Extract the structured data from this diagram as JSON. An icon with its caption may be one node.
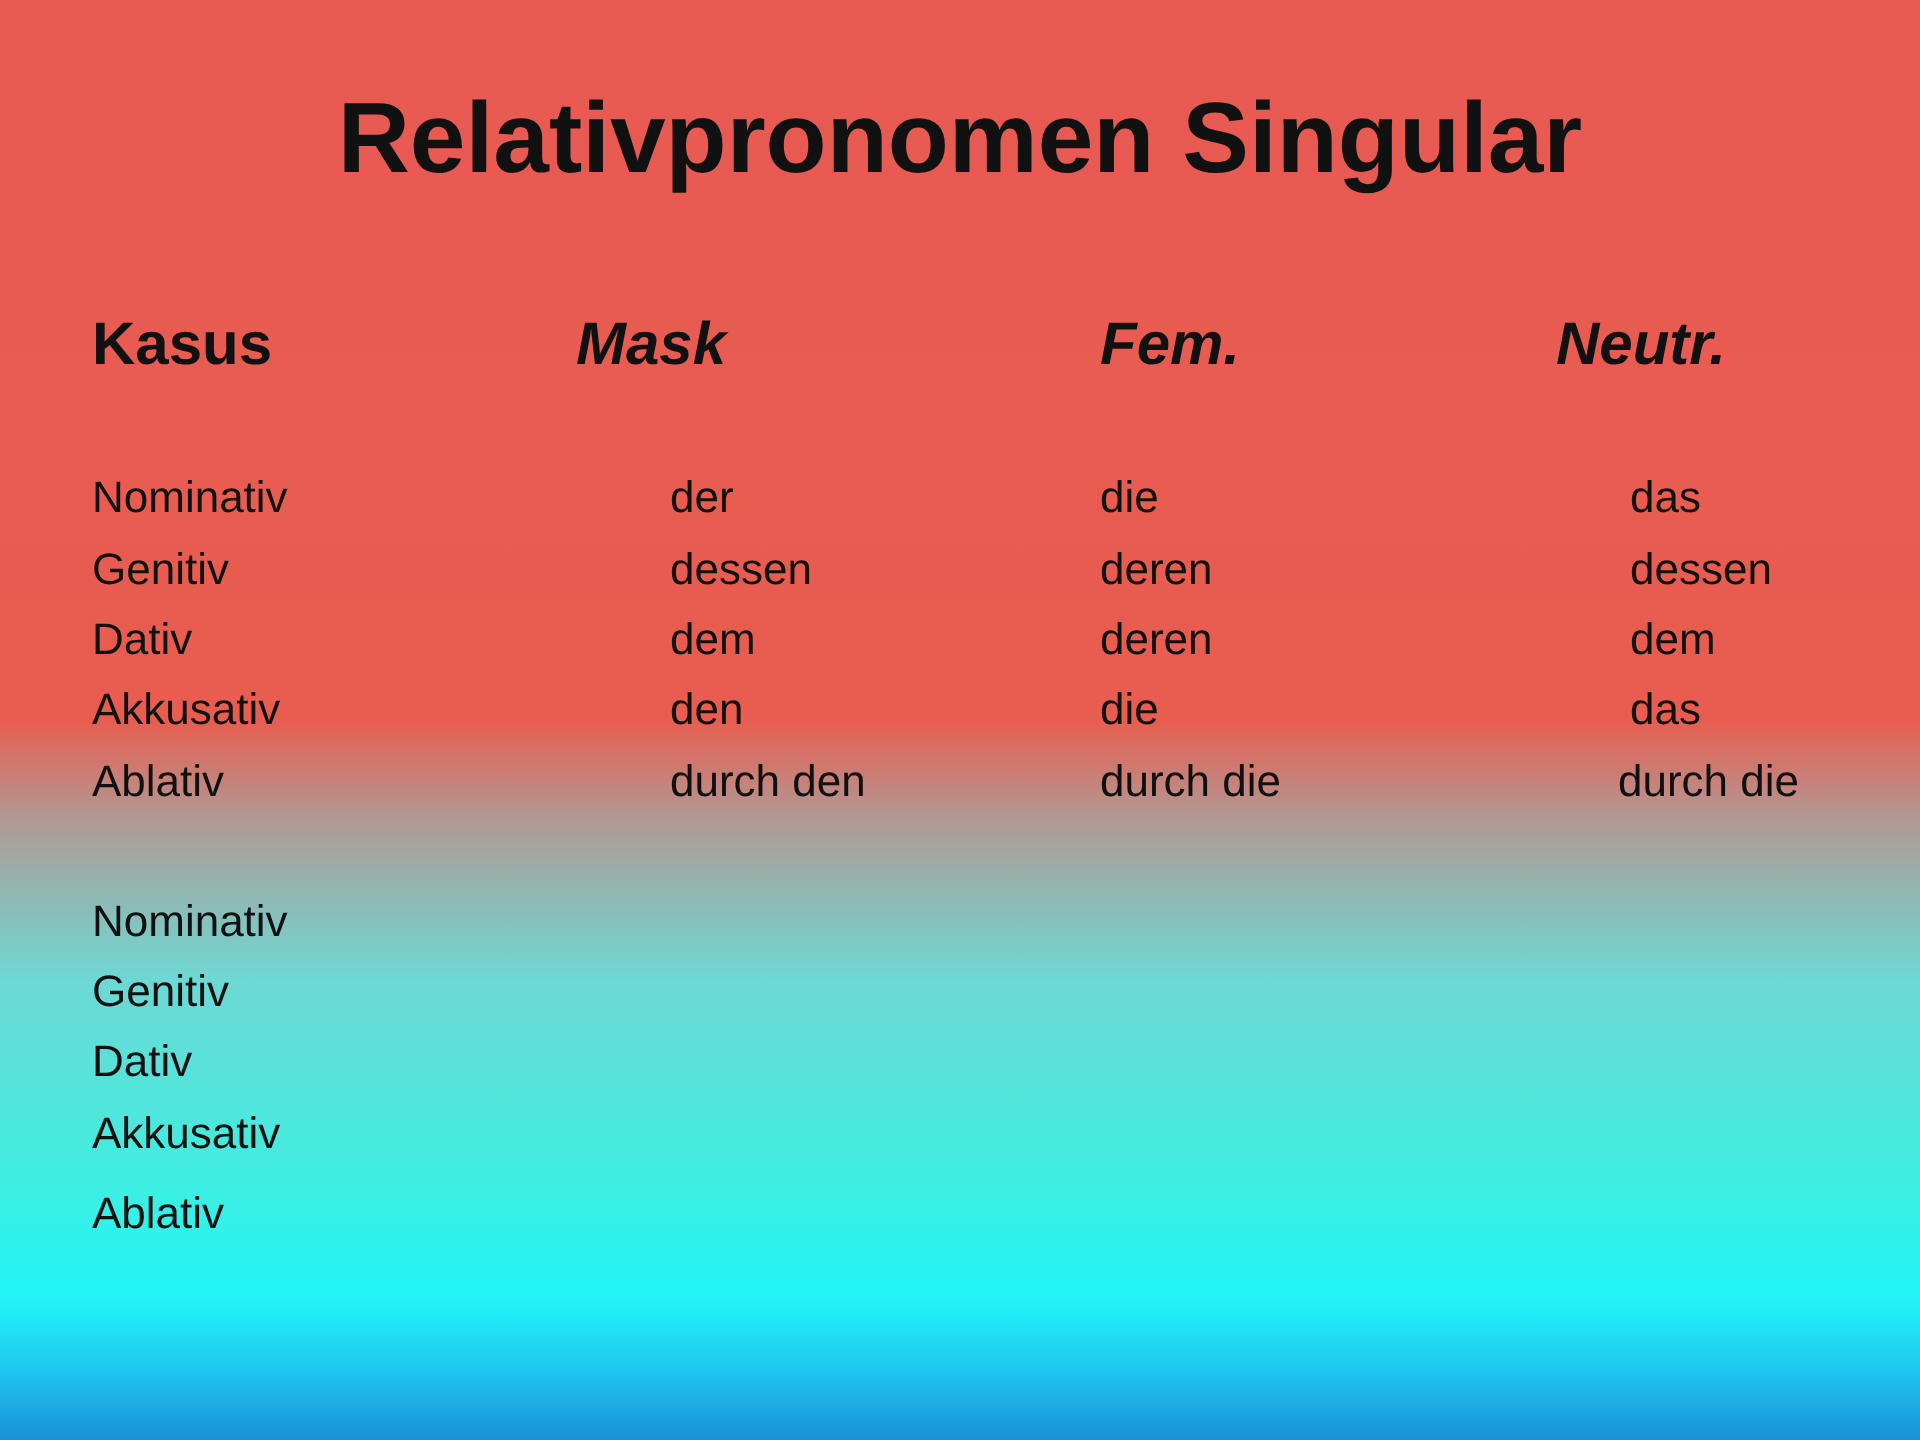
{
  "diagram": {
    "title": "Relativpronomen  Singular",
    "labels": [
      "Kasus",
      "Mask",
      "Fem.",
      "Neutr.",
      "Nominativ",
      "der",
      "die",
      "das",
      "Genitiv",
      "dessen",
      "deren",
      "dessen",
      "Dativ",
      "dem",
      "deren",
      "dem",
      "Akkusativ",
      "den",
      "die",
      "das",
      "Ablativ",
      "durch den",
      "durch die",
      "durch die",
      "Nominativ",
      "Genitiv",
      "Dativ",
      "Akkusativ",
      "Ablativ"
    ]
  }
}
